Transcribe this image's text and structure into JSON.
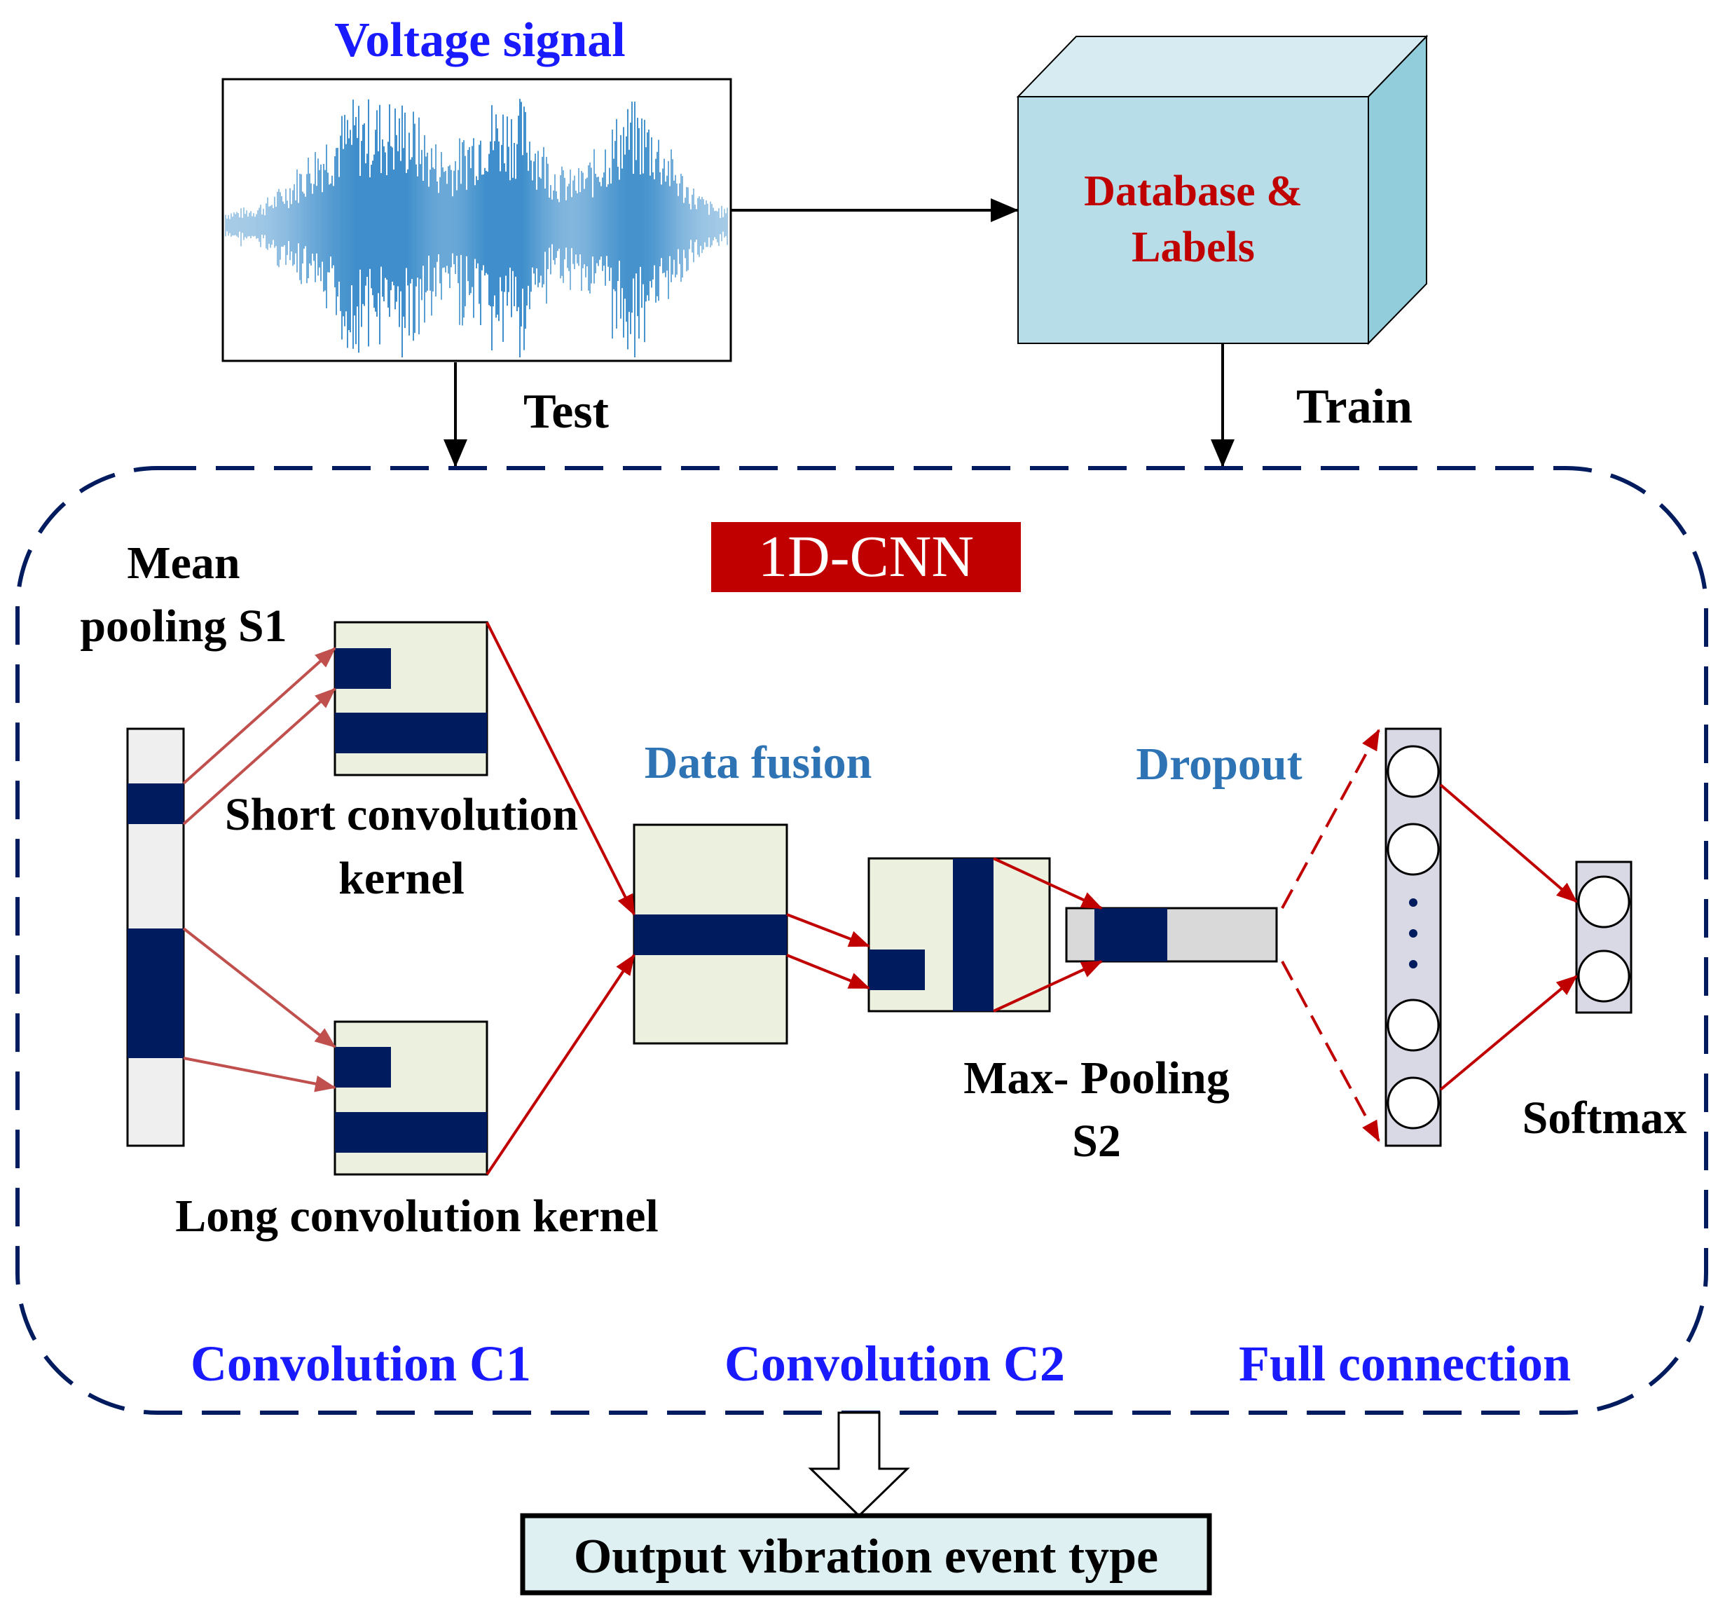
{
  "labels": {
    "voltage_signal": "Voltage signal",
    "database_line1": "Database &",
    "database_line2": "Labels",
    "test": "Test",
    "train": "Train",
    "cnn_badge": "1D-CNN",
    "mean_pooling_line1": "Mean",
    "mean_pooling_line2": "pooling S1",
    "short_kernel_line1": "Short convolution",
    "short_kernel_line2": "kernel",
    "long_kernel": "Long convolution kernel",
    "data_fusion": "Data fusion",
    "dropout": "Dropout",
    "max_pooling_line1": "Max- Pooling",
    "max_pooling_line2": "S2",
    "softmax": "Softmax",
    "convolution_c1": "Convolution C1",
    "convolution_c2": "Convolution C2",
    "full_connection": "Full connection",
    "output": "Output vibration event type"
  },
  "colors": {
    "navy": "#001b5e",
    "dark_red": "#c00000",
    "red_arrow": "#c00000",
    "brown_arrow": "#c0504d",
    "title_blue": "#1a1aff",
    "fusion_blue": "#2e74b5",
    "database_text": "#c00000",
    "box_fill": "#ebf1de",
    "cube_front": "#b7dde8",
    "cube_top": "#d6ecf2",
    "cube_side": "#92cddc",
    "light_gray": "#e0e0e0",
    "output_fill": "#dff0f2",
    "signal_blue": "#2b83c6"
  }
}
